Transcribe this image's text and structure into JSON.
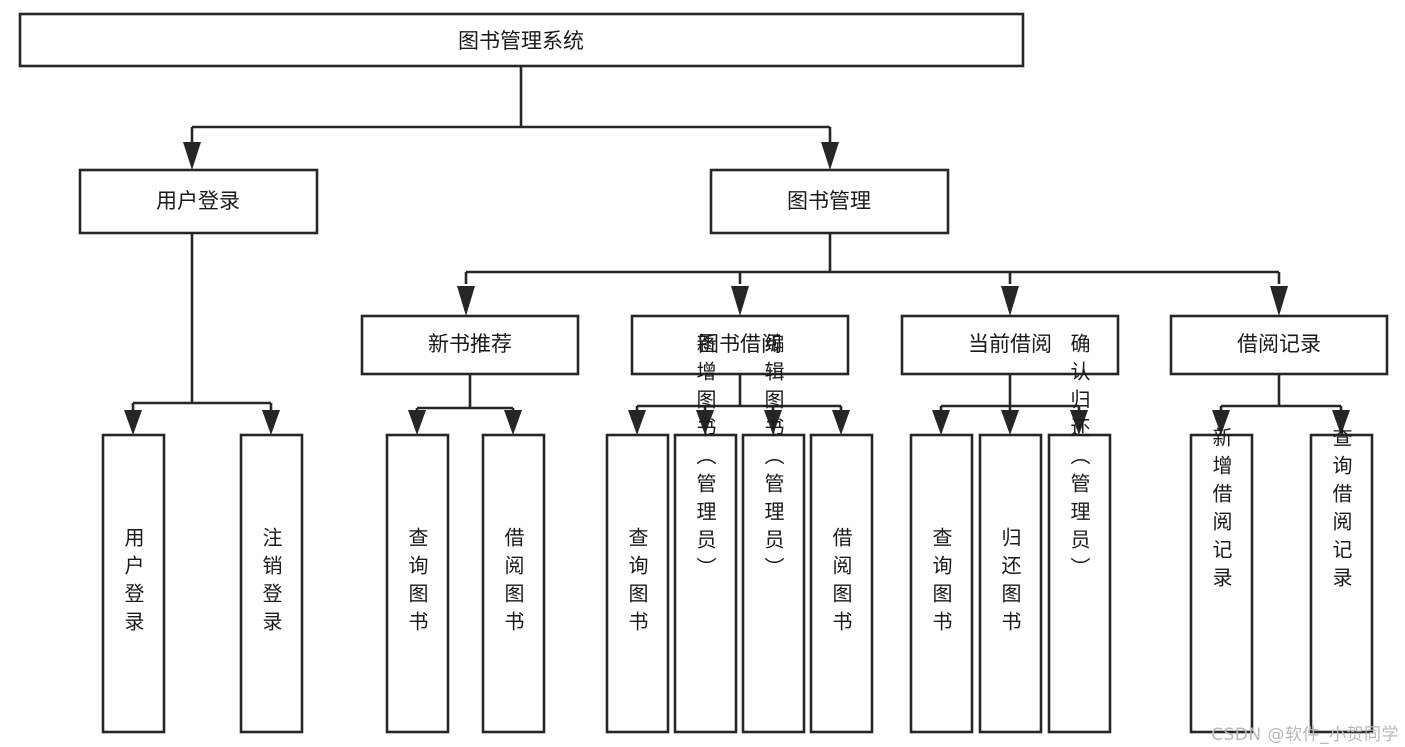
{
  "diagram": {
    "title": "图书管理系统",
    "watermark": "CSDN @软件_小贺同学",
    "colors": {
      "stroke": "#262626",
      "fill": "#ffffff",
      "text": "#1a1a1a",
      "watermark": "#b8b8b8"
    },
    "nodes": {
      "root": "图书管理系统",
      "level2": {
        "user_login": "用户登录",
        "book_manage": "图书管理"
      },
      "level3": {
        "new_book_recommend": "新书推荐",
        "book_borrow": "图书借阅",
        "current_borrow": "当前借阅",
        "borrow_record": "借阅记录"
      },
      "leaves": {
        "user_login_1": "用户登录",
        "user_login_2": "注销登录",
        "recommend_1": "查询图书",
        "recommend_2": "借阅图书",
        "borrow_1": "查询图书",
        "borrow_2": "新增图书（管理员）",
        "borrow_3": "编辑图书（管理员）",
        "borrow_4": "借阅图书",
        "current_1": "查询图书",
        "current_2": "归还图书",
        "current_3": "确认归还（管理员）",
        "record_1": "新增借阅记录",
        "record_2": "查询借阅记录"
      }
    }
  },
  "chart_data": {
    "type": "diagram",
    "subtype": "tree-hierarchy",
    "title": "图书管理系统",
    "orientation": "top-down",
    "edge_style": "orthogonal-with-arrowheads",
    "levels": 4,
    "tree": {
      "label": "图书管理系统",
      "children": [
        {
          "label": "用户登录",
          "children": [
            {
              "label": "用户登录",
              "children": []
            },
            {
              "label": "注销登录",
              "children": []
            }
          ]
        },
        {
          "label": "图书管理",
          "children": [
            {
              "label": "新书推荐",
              "children": [
                {
                  "label": "查询图书",
                  "children": []
                },
                {
                  "label": "借阅图书",
                  "children": []
                }
              ]
            },
            {
              "label": "图书借阅",
              "children": [
                {
                  "label": "查询图书",
                  "children": []
                },
                {
                  "label": "新增图书（管理员）",
                  "children": []
                },
                {
                  "label": "编辑图书（管理员）",
                  "children": []
                },
                {
                  "label": "借阅图书",
                  "children": []
                }
              ]
            },
            {
              "label": "当前借阅",
              "children": [
                {
                  "label": "查询图书",
                  "children": []
                },
                {
                  "label": "归还图书",
                  "children": []
                },
                {
                  "label": "确认归还（管理员）",
                  "children": []
                }
              ]
            },
            {
              "label": "借阅记录",
              "children": [
                {
                  "label": "新增借阅记录",
                  "children": []
                },
                {
                  "label": "查询借阅记录",
                  "children": []
                }
              ]
            }
          ]
        }
      ]
    }
  }
}
